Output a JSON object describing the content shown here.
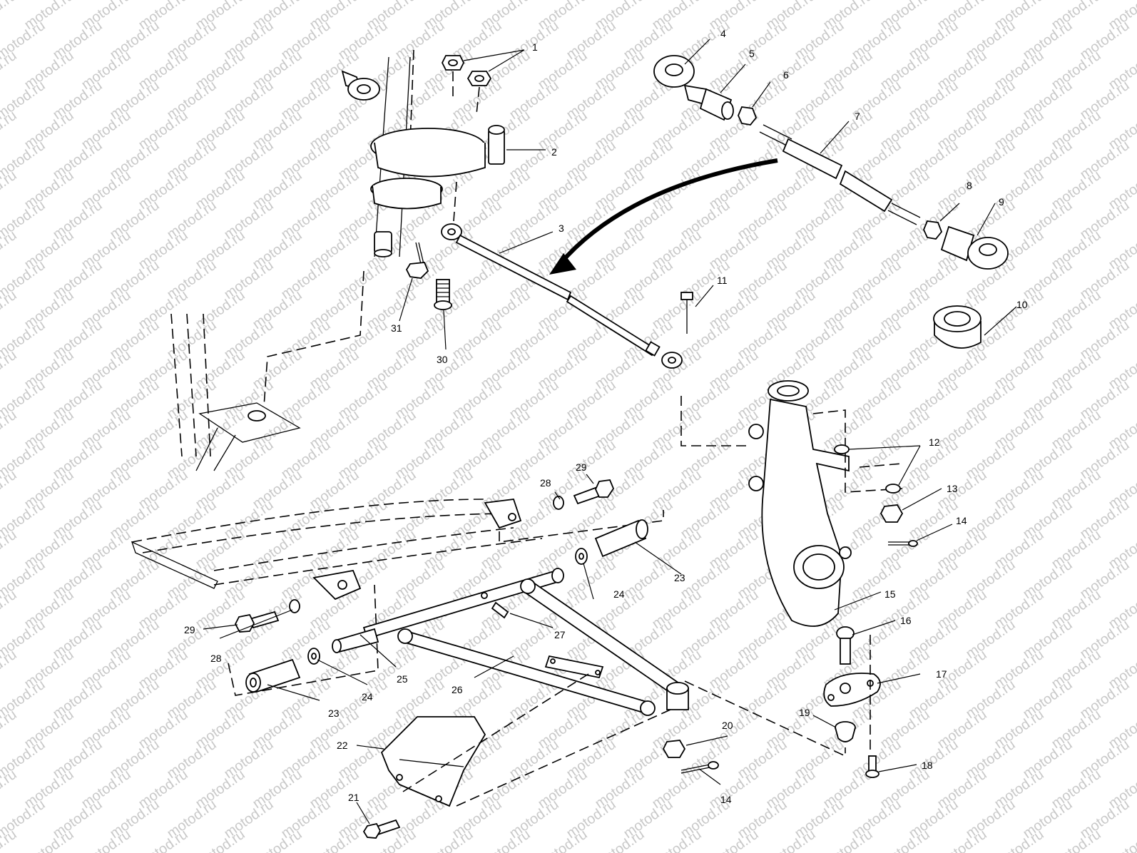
{
  "watermark": "motod.ru",
  "callouts": [
    "1",
    "2",
    "3",
    "4",
    "5",
    "6",
    "7",
    "8",
    "9",
    "10",
    "11",
    "12",
    "13",
    "14",
    "15",
    "16",
    "17",
    "18",
    "19",
    "20",
    "21",
    "22",
    "23",
    "24",
    "25",
    "26",
    "27",
    "28",
    "29",
    "30",
    "31"
  ],
  "duplicate_callouts": {
    "n14b": "14",
    "n23b": "23",
    "n24b": "24",
    "n28b": "28",
    "n29b": "29"
  }
}
